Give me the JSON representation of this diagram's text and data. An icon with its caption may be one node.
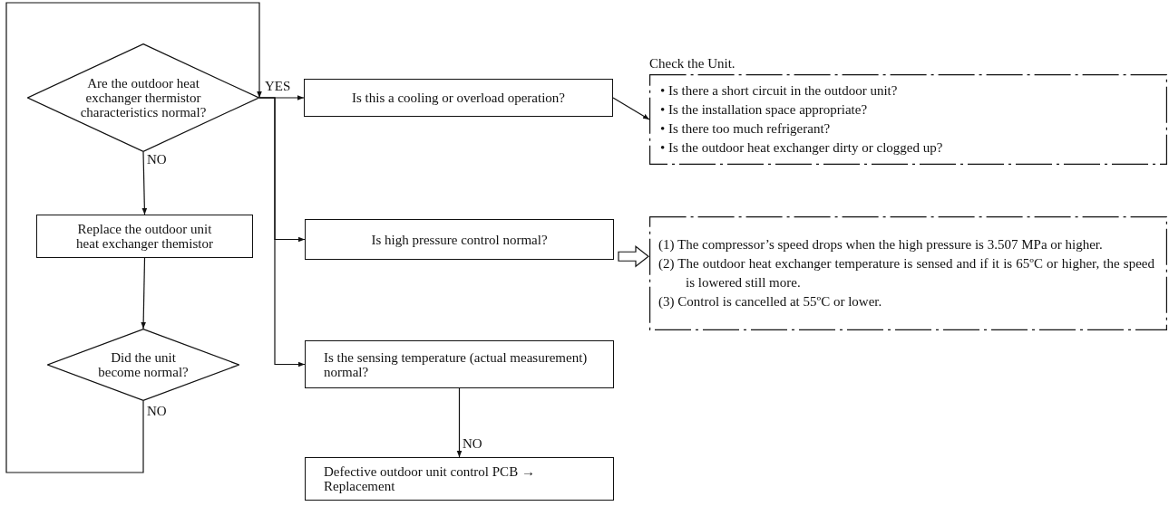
{
  "diagram": {
    "nodes": [
      {
        "text": [
          "Are the outdoor heat exchanger thermistor characteristics normal?"
        ]
      },
      {
        "text": [
          "Replace the outdoor unit heat exchanger themistor"
        ]
      },
      {
        "text": [
          "Did the unit become normal?"
        ]
      },
      {
        "text": [
          "Is this a cooling or overload operation?"
        ]
      },
      {
        "text": [
          "Check the Unit.",
          "• Is there a short circuit in the outdoor unit?",
          "• Is the installation space appropriate?",
          "• Is there too much refrigerant?",
          "• Is the outdoor heat exchanger dirty or clogged up?"
        ]
      },
      {
        "text": [
          "Is high pressure control normal?"
        ]
      },
      {
        "text": [
          "(1) The compressor’s speed drops when the high pressure is 3.507 MPa or higher.",
          "(2) The outdoor heat exchanger temperature is sensed and if it is 65ºC or higher, the speed is lowered still more.",
          "(3) Control is cancelled at 55ºC or lower."
        ]
      },
      {
        "text": [
          "Is the sensing temperature (actual measurement) normal?"
        ]
      },
      {
        "text": [
          "Defective outdoor unit control PCB → Replacement"
        ]
      }
    ],
    "edges": [
      {
        "from": 0,
        "to": 3,
        "arrow": "to",
        "label": "YES"
      },
      {
        "from": 0,
        "to": 1,
        "arrow": "to",
        "label": "NO"
      },
      {
        "from": 1,
        "to": 2,
        "arrow": "to"
      },
      {
        "from": 2,
        "to": 0,
        "arrow": "to",
        "label": "NO"
      },
      {
        "from": 3,
        "to": 4,
        "arrow": "to"
      },
      {
        "from": 5,
        "to": 6,
        "arrow": "to",
        "style": "thick"
      },
      {
        "from": 0,
        "to": 5,
        "arrow": "to"
      },
      {
        "from": 0,
        "to": 7,
        "arrow": "to"
      },
      {
        "from": 7,
        "to": 8,
        "arrow": "to",
        "label": "NO"
      }
    ]
  }
}
